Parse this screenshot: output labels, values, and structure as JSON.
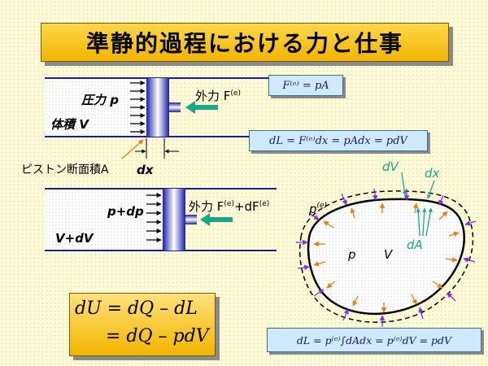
{
  "title": "準静的過程における力と仕事",
  "top_cylinder": {
    "pressure_label": "圧力 p",
    "volume_label": "体積 V",
    "external_force_label": "外力 F",
    "external_force_sup": "(e)"
  },
  "piston_area_label": "ピストン断面積A",
  "dx_label": "dx",
  "bottom_cylinder": {
    "pressure_label": "p+dp",
    "volume_label": "V+dV",
    "external_force_label": "外力 F",
    "external_force_sup": "(e)",
    "external_force_suffix": "+dF",
    "external_force_suffix_sup": "(e)"
  },
  "eq_force": "F⁽ᵉ⁾ = pA",
  "eq_work": "dL = F⁽ᵉ⁾dx = pAdx = pdV",
  "eq_work_blob": "dL = p⁽ᵉ⁾∫dAdx = p⁽ᵉ⁾dV = pdV",
  "eq_energy_line1": "dU = dQ – dL",
  "eq_energy_line2": "= dQ – pdV",
  "blob": {
    "p_e_label": "p",
    "p_e_sup": "(e)",
    "dV_label": "dV",
    "dx_label": "dx",
    "dA_label": "dA",
    "p_label": "p",
    "V_label": "V"
  },
  "colors": {
    "teal": "#1aa88a",
    "orange": "#f07a10",
    "purple": "#8a2be2",
    "piston_blue": "#1c1ca8",
    "title_gold": "#f2b400",
    "eq_blue": "#cfe9ff"
  }
}
